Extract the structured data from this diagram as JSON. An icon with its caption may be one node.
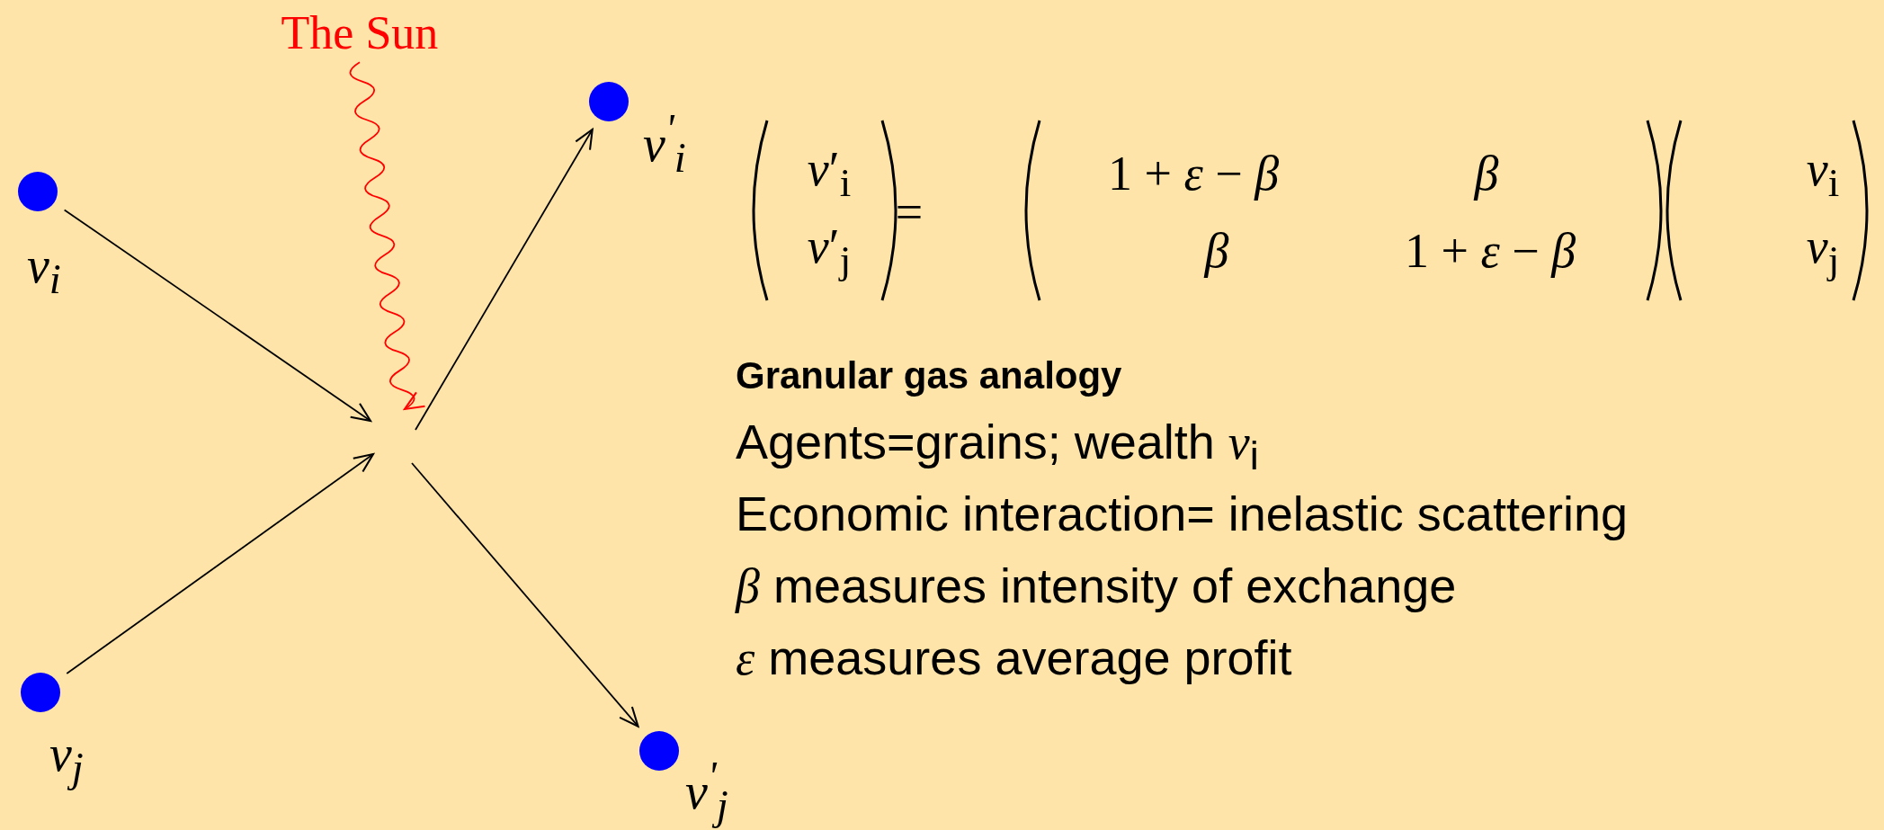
{
  "diagram": {
    "nodes": [
      {
        "text": [
          "The Sun"
        ]
      },
      {
        "text": [],
        "shape": "circle",
        "beside": [
          "v$_{i}$"
        ]
      },
      {
        "text": [],
        "shape": "circle",
        "beside": [
          "v$^{'}$$_{i}$"
        ]
      },
      {
        "text": [],
        "shape": "circle",
        "beside": [
          "v$_{j}$"
        ]
      },
      {
        "text": [],
        "shape": "circle",
        "beside": [
          "v$^{'}$$_{j}$"
        ]
      }
    ],
    "edges": [
      {
        "from": 0,
        "to": null,
        "arrow": "to",
        "color": "#ff0000"
      },
      {
        "from": 1,
        "to": null,
        "arrow": "to"
      },
      {
        "from": 3,
        "to": null,
        "arrow": "to"
      },
      {
        "from": null,
        "to": 2,
        "arrow": "to"
      },
      {
        "from": null,
        "to": 4,
        "arrow": "to"
      }
    ],
    "labels": [
      "*v*′$_{i}$",
      "*v*′$_{j}$",
      "=",
      "1 + *ε* − *β*",
      "*β*",
      "*β*",
      "1 + *ε* − *β*",
      "*v*$_{i}$",
      "*v*$_{j}$",
      "Granular gas analogy",
      "Agents=grains; wealth *v*$_{i}$",
      "Economic interaction= inelastic scattering",
      "*β* measures intensity of exchange",
      "*ε* measures average profit"
    ]
  }
}
